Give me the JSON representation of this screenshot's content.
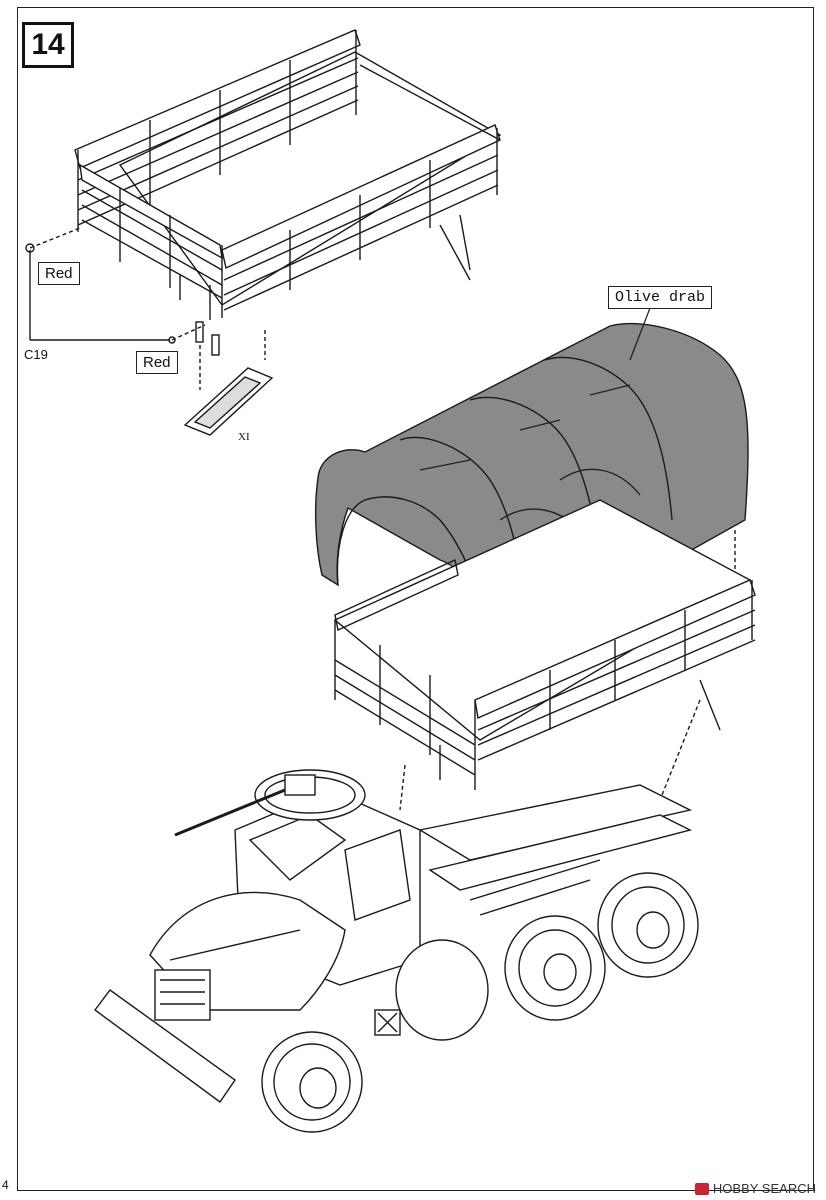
{
  "step": {
    "number": "14"
  },
  "labels": {
    "red_upper": "Red",
    "red_lower": "Red",
    "part_c19": "C19",
    "part_x1": "XI",
    "olive_drab": "Olive drab"
  },
  "page": {
    "number": "4"
  },
  "watermark": {
    "text": "HOBBY SEARCH"
  },
  "colors": {
    "line": "#1a1a1a",
    "canvas": "#8a8a8a",
    "background": "#ffffff"
  }
}
